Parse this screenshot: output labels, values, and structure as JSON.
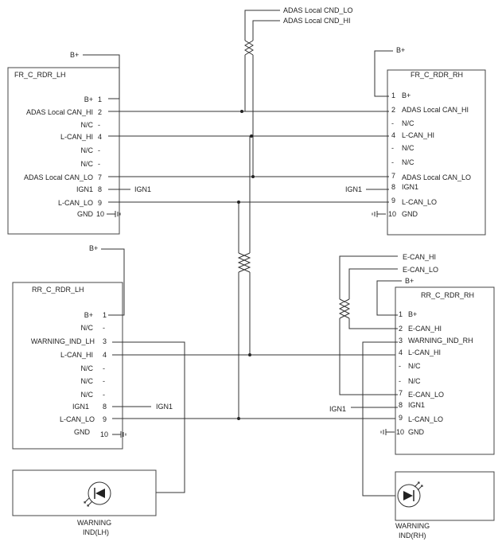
{
  "top_labels": {
    "can_lo": "ADAS Local CND_LO",
    "can_hi": "ADAS Local CND_HI"
  },
  "fr_lh": {
    "title": "FR_C_RDR_LH",
    "bplus_label": "B+",
    "ign_label": "IGN1",
    "pins": [
      {
        "name": "B+",
        "num": "1"
      },
      {
        "name": "ADAS Local CAN_HI",
        "num": "2"
      },
      {
        "name": "N/C",
        "num": "-"
      },
      {
        "name": "L-CAN_HI",
        "num": "4"
      },
      {
        "name": "N/C",
        "num": "-"
      },
      {
        "name": "N/C",
        "num": "-"
      },
      {
        "name": "ADAS Local CAN_LO",
        "num": "7"
      },
      {
        "name": "IGN1",
        "num": "8"
      },
      {
        "name": "L-CAN_LO",
        "num": "9"
      },
      {
        "name": "GND",
        "num": "10"
      }
    ]
  },
  "fr_rh": {
    "title": "FR_C_RDR_RH",
    "bplus_label": "B+",
    "ign_label": "IGN1",
    "pins": [
      {
        "name": "B+",
        "num": "1"
      },
      {
        "name": "ADAS Local CAN_HI",
        "num": "2"
      },
      {
        "name": "N/C",
        "num": "-"
      },
      {
        "name": "L-CAN_HI",
        "num": "4"
      },
      {
        "name": "N/C",
        "num": "-"
      },
      {
        "name": "N/C",
        "num": "-"
      },
      {
        "name": "ADAS Local CAN_LO",
        "num": "7"
      },
      {
        "name": "IGN1",
        "num": "8"
      },
      {
        "name": "L-CAN_LO",
        "num": "9"
      },
      {
        "name": "GND",
        "num": "10"
      }
    ]
  },
  "rr_lh": {
    "title": "RR_C_RDR_LH",
    "bplus_label": "B+",
    "ign_label": "IGN1",
    "pins": [
      {
        "name": "B+",
        "num": "1"
      },
      {
        "name": "N/C",
        "num": "-"
      },
      {
        "name": "WARNING_IND_LH",
        "num": "3"
      },
      {
        "name": "L-CAN_HI",
        "num": "4"
      },
      {
        "name": "N/C",
        "num": "-"
      },
      {
        "name": "N/C",
        "num": "-"
      },
      {
        "name": "N/C",
        "num": "-"
      },
      {
        "name": "IGN1",
        "num": "8"
      },
      {
        "name": "L-CAN_LO",
        "num": "9"
      },
      {
        "name": "GND",
        "num": "10"
      }
    ]
  },
  "rr_rh": {
    "title": "RR_C_RDR_RH",
    "bplus_label": "B+",
    "ign_label": "IGN1",
    "ecan_hi_label": "E-CAN_HI",
    "ecan_lo_label": "E-CAN_LO",
    "pins": [
      {
        "name": "B+",
        "num": "1"
      },
      {
        "name": "E-CAN_HI",
        "num": "2"
      },
      {
        "name": "WARNING_IND_RH",
        "num": "3"
      },
      {
        "name": "L-CAN_HI",
        "num": "4"
      },
      {
        "name": "N/C",
        "num": "-"
      },
      {
        "name": "N/C",
        "num": "-"
      },
      {
        "name": "E-CAN_LO",
        "num": "7"
      },
      {
        "name": "IGN1",
        "num": "8"
      },
      {
        "name": "L-CAN_LO",
        "num": "9"
      },
      {
        "name": "GND",
        "num": "10"
      }
    ]
  },
  "warning_lh": {
    "line1": "WARNING",
    "line2": "IND(LH)"
  },
  "warning_rh": {
    "line1": "WARNING",
    "line2": "IND(RH)"
  }
}
